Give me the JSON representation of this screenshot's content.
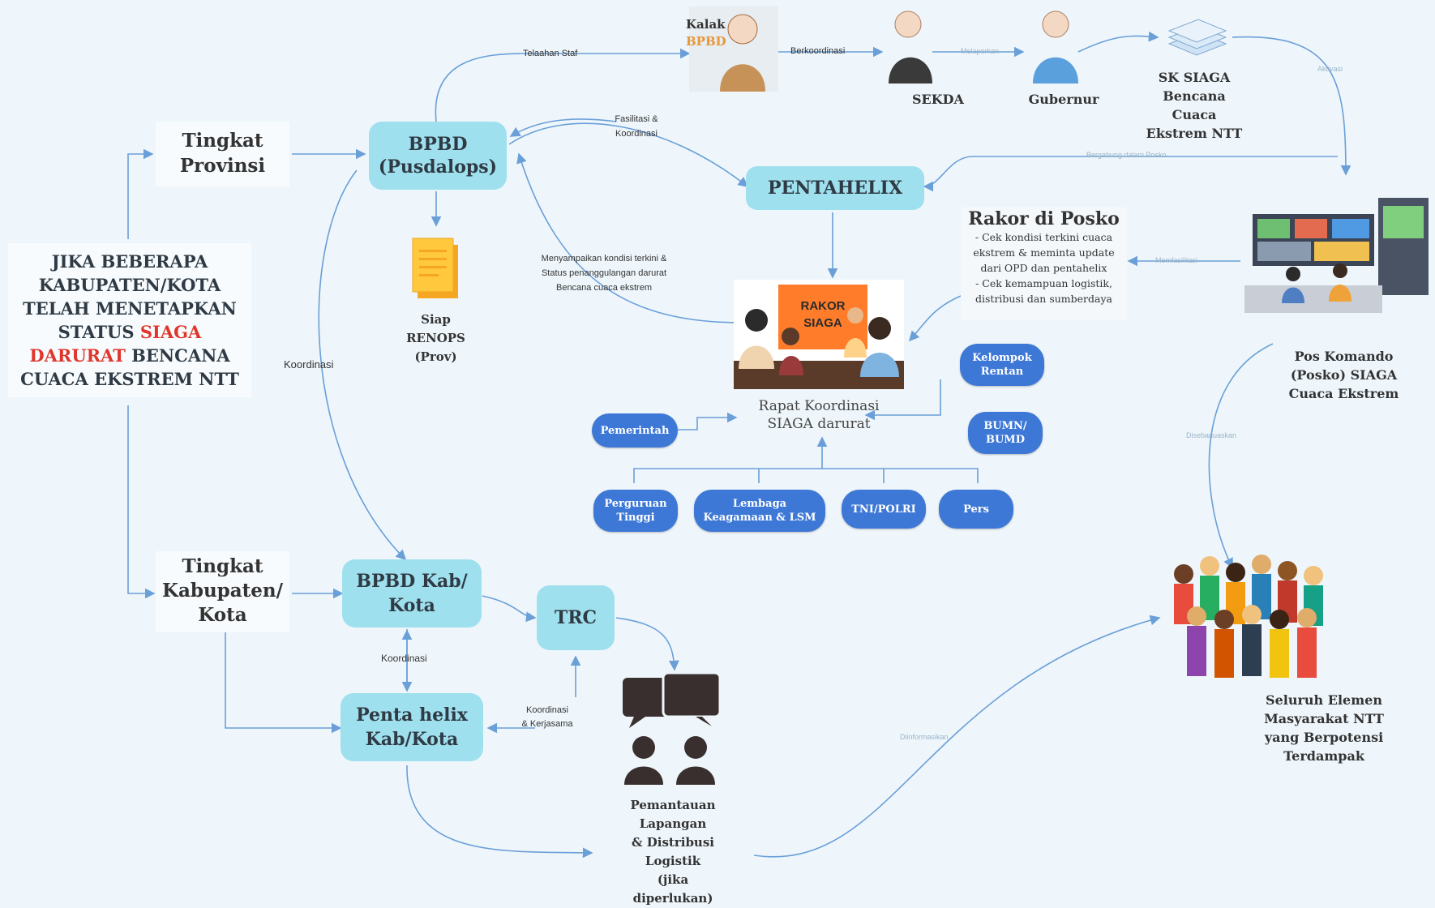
{
  "colors": {
    "background": "#eef6fb",
    "node_fill": "#9fe0ee",
    "pill_fill": "#3e78d6",
    "arrow": "#6a9fd8",
    "emphasis_red": "#e0352b"
  },
  "left_box": {
    "line1": "JIKA BEBERAPA",
    "line2": "KABUPATEN/KOTA",
    "line3": "TELAH MENETAPKAN",
    "line4a": "STATUS ",
    "line4b": "SIAGA",
    "line5a": "DARURAT",
    "line5b": " BENCANA",
    "line6": "CUACA EKSTREM NTT"
  },
  "levels": {
    "provinsi": [
      "Tingkat",
      "Provinsi"
    ],
    "kabkota": [
      "Tingkat",
      "Kabupaten/",
      "Kota"
    ]
  },
  "nodes": {
    "bpbd": [
      "BPBD",
      "(Pusdalops)"
    ],
    "pentahelix": "PENTAHELIX",
    "bpbd_kab": [
      "BPBD Kab/",
      "Kota"
    ],
    "trc": "TRC",
    "pentahelix_kab": [
      "Penta helix",
      "Kab/Kota"
    ]
  },
  "people": {
    "kalak": [
      "Kalak",
      "BPBD"
    ],
    "sekda": "SEKDA",
    "gubernur": "Gubernur",
    "sk": [
      "SK SIAGA",
      "Bencana",
      "Cuaca",
      "Ekstrem NTT"
    ]
  },
  "edge_labels": {
    "telaahan": "Telaahan Staf",
    "berkoordinasi": "Berkoordinasi",
    "fasilitasi": [
      "Fasilitasi &",
      "Koordinasi"
    ],
    "menyampaikan": [
      "Menyampaikan kondisi terkini &",
      "Status penanggulangan darurat",
      "Bencana cuaca ekstrem"
    ],
    "koordinasi_left": "Koordinasi",
    "koordinasi_kab": "Koordinasi",
    "koordinasi_kerjasama": [
      "Koordinasi",
      "& Kerjasama"
    ],
    "faint_melaporkan": "Melaporkan",
    "faint_aktivasi": "Aktivasi",
    "faint_bergabung": "Bergabung dalam Posko",
    "faint_memfasilitasi": "Memfasilitasi",
    "faint_disebarluaskan": "Disebarluaskan",
    "faint_diinformasikan": "Diinformasikan"
  },
  "renops": [
    "Siap",
    "RENOPS",
    "(Prov)"
  ],
  "rakor_posko": {
    "title": "Rakor di Posko",
    "lines": [
      "- Cek kondisi terkini cuaca",
      "ekstrem & meminta update",
      "dari OPD dan pentahelix",
      "- Cek kemampuan logistik,",
      "distribusi dan sumberdaya"
    ]
  },
  "rakor_siaga": {
    "screen": [
      "RAKOR",
      "SIAGA"
    ],
    "caption": [
      "Rapat Koordinasi",
      "SIAGA darurat"
    ]
  },
  "stakeholders": {
    "kelompok": [
      "Kelompok",
      "Rentan"
    ],
    "bumn": [
      "BUMN/",
      "BUMD"
    ],
    "pemerintah": "Pemerintah",
    "perguruan": [
      "Perguruan",
      "Tinggi"
    ],
    "lembaga": [
      "Lembaga",
      "Keagamaan & LSM"
    ],
    "tni": "TNI/POLRI",
    "pers": "Pers"
  },
  "posko": [
    "Pos Komando",
    "(Posko) SIAGA",
    "Cuaca Ekstrem"
  ],
  "masyarakat": [
    "Seluruh Elemen",
    "Masyarakat NTT",
    "yang Berpotensi",
    "Terdampak"
  ],
  "pemantauan": [
    "Pemantauan",
    "Lapangan",
    "& Distribusi",
    "Logistik",
    "(jika",
    "diperlukan)"
  ]
}
